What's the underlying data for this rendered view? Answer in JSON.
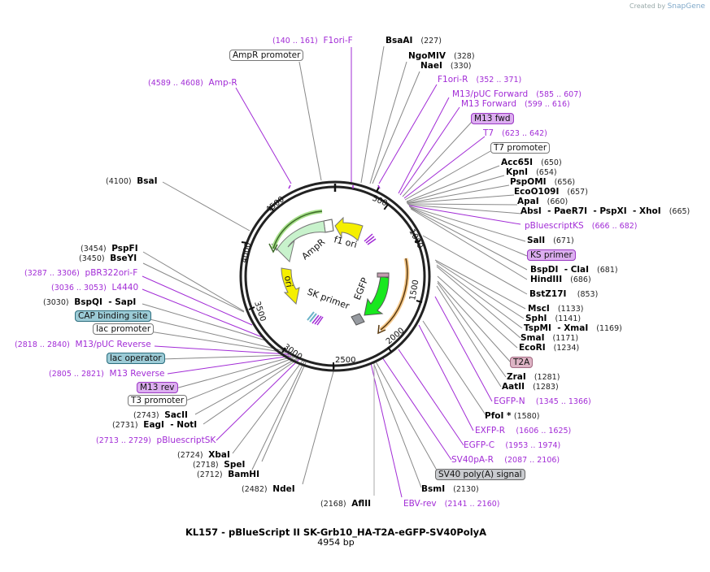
{
  "credit": {
    "prefix": "Created by",
    "brand": "SnapGene"
  },
  "plasmid": {
    "title": "KL157 - pBlueScript II SK-Grb10_HA-T2A-eGFP-SV40PolyA",
    "length": "4954 bp"
  },
  "ring": {
    "ticks": [
      "500",
      "1000",
      "1500",
      "2000",
      "2500",
      "3000",
      "3500",
      "4000",
      "4500"
    ]
  },
  "features": {
    "f1ori": "f1 ori",
    "ampr": "AmpR",
    "ori": "ori",
    "sk_primer": "SK primer",
    "egfp": "EGFP"
  },
  "labels": {
    "f1ori_f": {
      "name": "F1ori-F",
      "pos": "(140 .. 161)"
    },
    "ampr_promoter": {
      "name": "AmpR promoter"
    },
    "amp_r": {
      "name": "Amp-R",
      "pos": "(4589 .. 4608)"
    },
    "bsaai": {
      "name": "BsaAI",
      "pos": "(227)"
    },
    "ngomiv": {
      "name": "NgoMIV",
      "pos": "(328)"
    },
    "naei": {
      "name": "NaeI",
      "pos": "(330)"
    },
    "f1ori_r": {
      "name": "F1ori-R",
      "pos": "(352 .. 371)"
    },
    "m13puc_fwd": {
      "name": "M13/pUC Forward",
      "pos": "(585 .. 607)"
    },
    "m13_forward": {
      "name": "M13 Forward",
      "pos": "(599 .. 616)"
    },
    "m13_fwd": {
      "name": "M13 fwd"
    },
    "t7": {
      "name": "T7",
      "pos": "(623 .. 642)"
    },
    "t7_promoter": {
      "name": "T7 promoter"
    },
    "acc65i": {
      "name": "Acc65I",
      "pos": "(650)"
    },
    "kpni": {
      "name": "KpnI",
      "pos": "(654)"
    },
    "pspomi": {
      "name": "PspOMI",
      "pos": "(656)"
    },
    "eco0109i": {
      "name": "EcoO109I",
      "pos": "(657)"
    },
    "apai": {
      "name": "ApaI",
      "pos": "(660)"
    },
    "absi": {
      "name": "AbsI  - PaeR7I  - PspXI  - XhoI",
      "pos": "(665)"
    },
    "pbluescriptks": {
      "name": "pBluescriptKS",
      "pos": "(666 .. 682)"
    },
    "sali": {
      "name": "SalI",
      "pos": "(671)"
    },
    "ks_primer": {
      "name": "KS primer"
    },
    "bspdi": {
      "name": "BspDI  - ClaI",
      "pos": "(681)"
    },
    "hindiii": {
      "name": "HindIII",
      "pos": "(686)"
    },
    "bstz17i": {
      "name": "BstZ17I",
      "pos": "(853)"
    },
    "msci": {
      "name": "MscI",
      "pos": "(1133)"
    },
    "sphi": {
      "name": "SphI",
      "pos": "(1141)"
    },
    "tspmi": {
      "name": "TspMI  - XmaI",
      "pos": "(1169)"
    },
    "smai": {
      "name": "SmaI",
      "pos": "(1171)"
    },
    "ecori": {
      "name": "EcoRI",
      "pos": "(1234)"
    },
    "t2a": {
      "name": "T2A"
    },
    "zrai": {
      "name": "ZraI",
      "pos": "(1281)"
    },
    "aatii": {
      "name": "AatII",
      "pos": "(1283)"
    },
    "egfp_n": {
      "name": "EGFP-N",
      "pos": "(1345 .. 1366)"
    },
    "pfoi": {
      "name": "PfoI *",
      "pos": "(1580)"
    },
    "exfp_r": {
      "name": "EXFP-R",
      "pos": "(1606 .. 1625)"
    },
    "egfp_c": {
      "name": "EGFP-C",
      "pos": "(1953 .. 1974)"
    },
    "sv40pa_r": {
      "name": "SV40pA-R",
      "pos": "(2087 .. 2106)"
    },
    "sv40_polya": {
      "name": "SV40 poly(A) signal"
    },
    "bsmi": {
      "name": "BsmI",
      "pos": "(2130)"
    },
    "ebv_rev": {
      "name": "EBV-rev",
      "pos": "(2141 .. 2160)"
    },
    "aflii": {
      "name": "AflII",
      "pos": "(2168)"
    },
    "ndei": {
      "name": "NdeI",
      "pos": "(2482)"
    },
    "bamhi": {
      "name": "BamHI",
      "pos": "(2712)"
    },
    "spei": {
      "name": "SpeI",
      "pos": "(2718)"
    },
    "xbai": {
      "name": "XbaI",
      "pos": "(2724)"
    },
    "pbluescriptsk": {
      "name": "pBluescriptSK",
      "pos": "(2713 .. 2729)"
    },
    "eagi": {
      "name": "EagI  - NotI",
      "pos": "(2731)"
    },
    "sacii": {
      "name": "SacII",
      "pos": "(2743)"
    },
    "t3_promoter": {
      "name": "T3 promoter"
    },
    "m13_rev": {
      "name": "M13 rev"
    },
    "m13_reverse": {
      "name": "M13 Reverse",
      "pos": "(2805 .. 2821)"
    },
    "lac_operator": {
      "name": "lac operator"
    },
    "m13puc_rev": {
      "name": "M13/pUC Reverse",
      "pos": "(2818 .. 2840)"
    },
    "lac_promoter": {
      "name": "lac promoter"
    },
    "cap_site": {
      "name": "CAP binding site"
    },
    "bspqi": {
      "name": "BspQI  - SapI",
      "pos": "(3030)"
    },
    "l4440": {
      "name": "L4440",
      "pos": "(3036 .. 3053)"
    },
    "pbr322ori_f": {
      "name": "pBR322ori-F",
      "pos": "(3287 .. 3306)"
    },
    "bseyi": {
      "name": "BseYI",
      "pos": "(3450)"
    },
    "pspfi": {
      "name": "PspFI",
      "pos": "(3454)"
    },
    "bsai": {
      "name": "BsaI",
      "pos": "(4100)"
    }
  },
  "colors": {
    "primer": "#a22cd6",
    "ampr": "#c8f2cc",
    "ampr_arrow": "#6dbb3c",
    "f1ori": "#f5ef00",
    "ori": "#f5ef00",
    "egfp": "#18e81f",
    "orange_arc": "#f2b35c",
    "t2a": "#c49aae",
    "sv40": "#969aa0"
  }
}
